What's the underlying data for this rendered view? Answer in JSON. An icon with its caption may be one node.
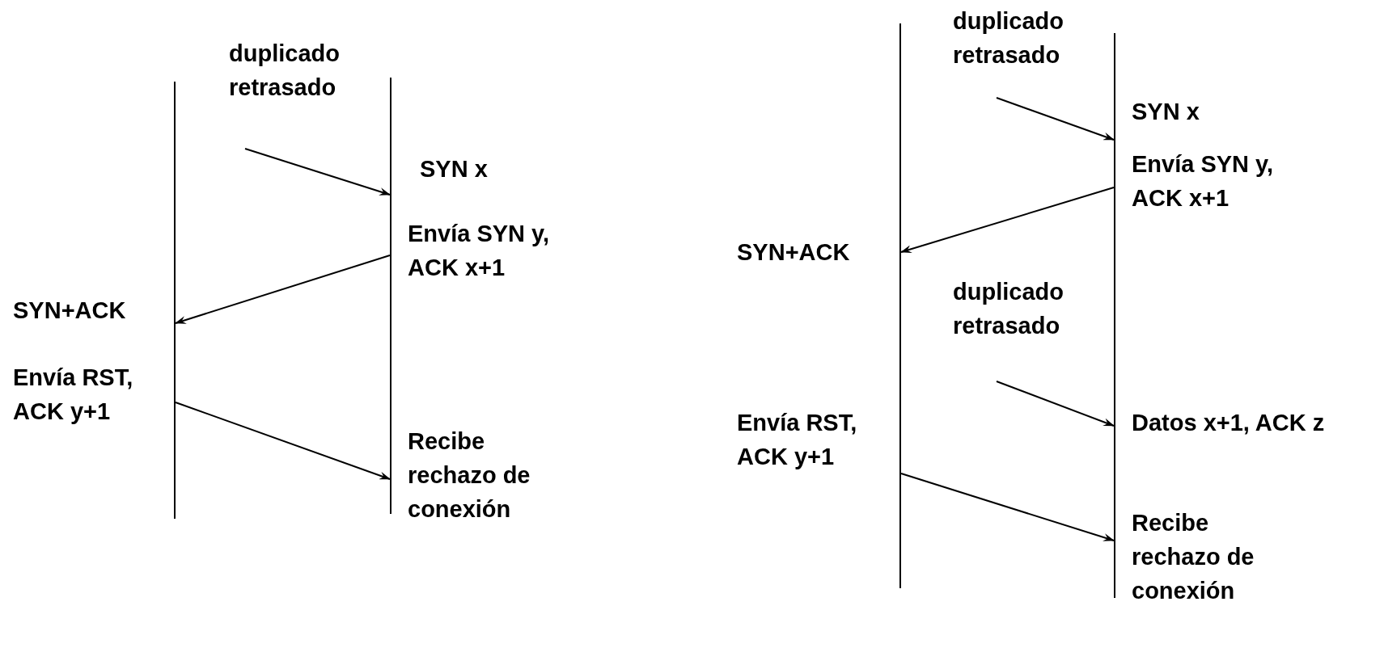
{
  "diagram": {
    "nodes": [
      {
        "text": [],
        "shape": "bar"
      },
      {
        "text": [],
        "shape": "bar"
      },
      {
        "text": [],
        "shape": "bar"
      },
      {
        "text": [],
        "shape": "bar"
      }
    ],
    "edges": [
      {
        "from": null,
        "to": 1,
        "arrow": "to"
      },
      {
        "from": 1,
        "to": 0,
        "arrow": "to"
      },
      {
        "from": 0,
        "to": 1,
        "arrow": "to"
      },
      {
        "from": null,
        "to": 3,
        "arrow": "to"
      },
      {
        "from": 3,
        "to": 2,
        "arrow": "to"
      },
      {
        "from": null,
        "to": 3,
        "arrow": "to"
      },
      {
        "from": 2,
        "to": 3,
        "arrow": "to"
      }
    ],
    "labels": [
      "duplicado retrasado",
      "SYN x",
      "Envía SYN y, ACK x+1",
      "SYN+ACK",
      "Envía RST, ACK y+1",
      "Recibe rechazo de conexión",
      "duplicado retrasado",
      "SYN x",
      "Envía SYN y, ACK x+1",
      "SYN+ACK",
      "duplicado retrasado",
      "Envía RST, ACK y+1",
      "Datos x+1, ACK z",
      "Recibe rechazo de conexión"
    ]
  }
}
